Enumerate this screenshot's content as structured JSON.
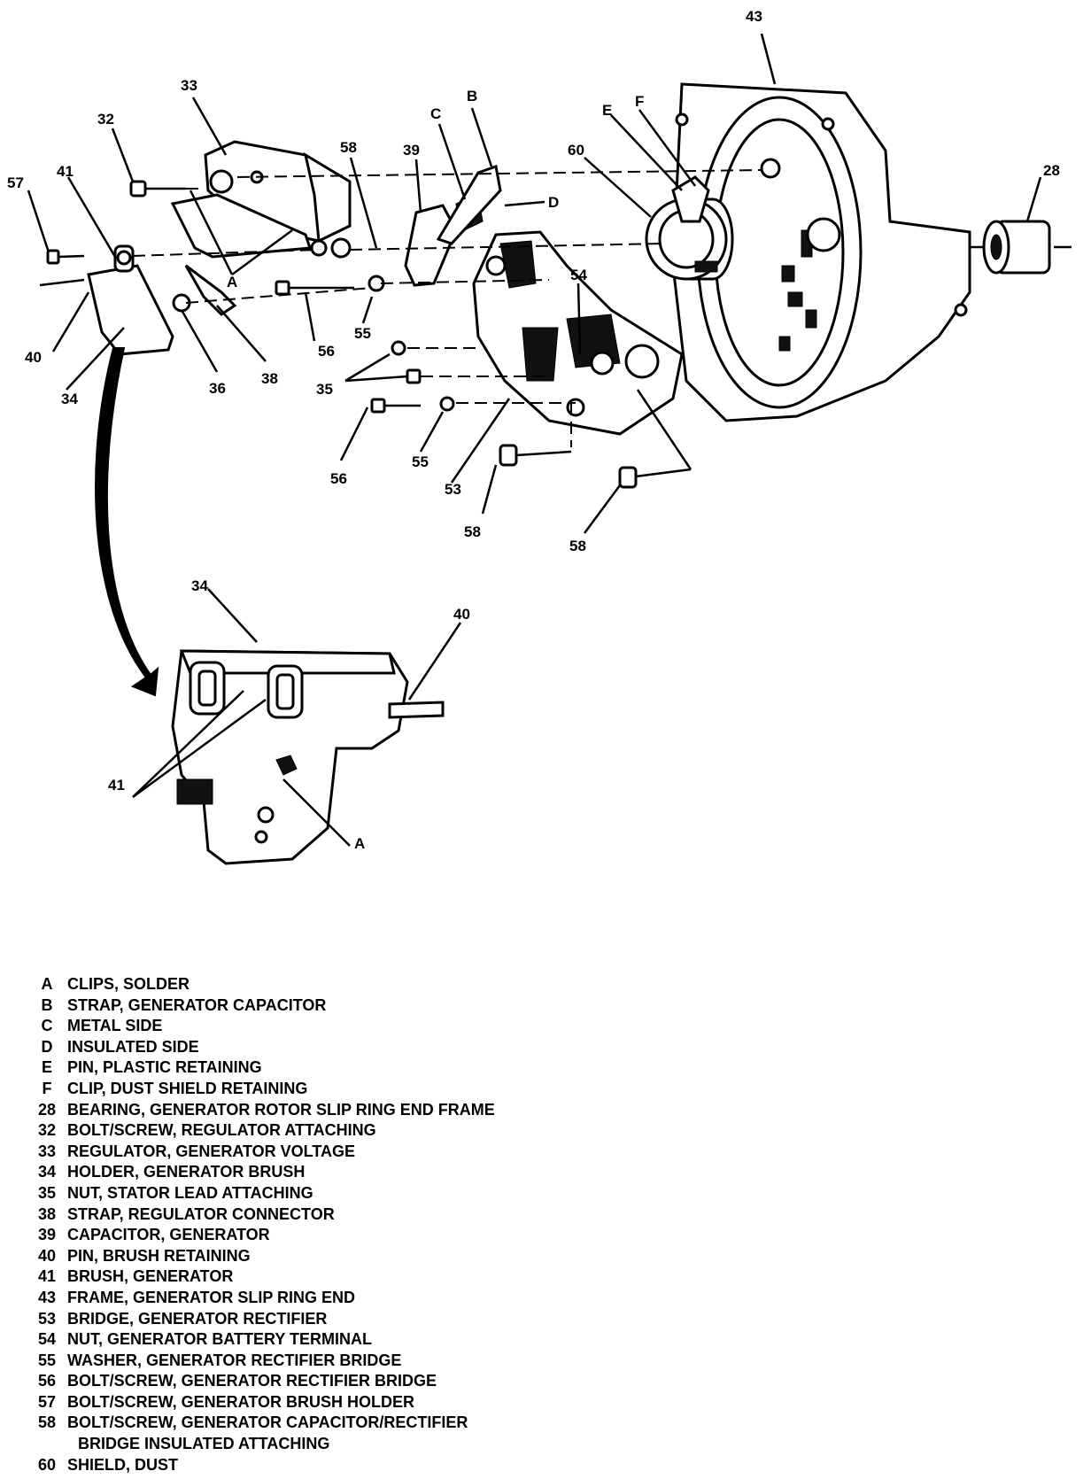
{
  "callouts": {
    "c43": "43",
    "c28": "28",
    "c33": "33",
    "c32": "32",
    "c57": "57",
    "c41": "41",
    "c58a": "58",
    "c39": "39",
    "cC": "C",
    "cB": "B",
    "cD": "D",
    "cE": "E",
    "cF": "F",
    "c60": "60",
    "cA1": "A",
    "c40a": "40",
    "c34a": "34",
    "c36": "36",
    "c38": "38",
    "c56a": "56",
    "c55a": "55",
    "c35": "35",
    "c54": "54",
    "c56b": "56",
    "c55b": "55",
    "c53": "53",
    "c58b": "58",
    "c58c": "58",
    "c34b": "34",
    "c40b": "40",
    "c41b": "41",
    "cA2": "A"
  },
  "legend": [
    {
      "key": "A",
      "desc": "CLIPS, SOLDER"
    },
    {
      "key": "B",
      "desc": "STRAP, GENERATOR CAPACITOR"
    },
    {
      "key": "C",
      "desc": "METAL SIDE"
    },
    {
      "key": "D",
      "desc": "INSULATED SIDE"
    },
    {
      "key": "E",
      "desc": "PIN, PLASTIC RETAINING"
    },
    {
      "key": "F",
      "desc": "CLIP, DUST SHIELD RETAINING"
    },
    {
      "key": "28",
      "desc": "BEARING, GENERATOR ROTOR SLIP RING END FRAME"
    },
    {
      "key": "32",
      "desc": "BOLT/SCREW, REGULATOR ATTACHING"
    },
    {
      "key": "33",
      "desc": "REGULATOR, GENERATOR VOLTAGE"
    },
    {
      "key": "34",
      "desc": "HOLDER, GENERATOR BRUSH"
    },
    {
      "key": "35",
      "desc": "NUT, STATOR LEAD ATTACHING"
    },
    {
      "key": "38",
      "desc": "STRAP, REGULATOR CONNECTOR"
    },
    {
      "key": "39",
      "desc": "CAPACITOR, GENERATOR"
    },
    {
      "key": "40",
      "desc": "PIN, BRUSH RETAINING"
    },
    {
      "key": "41",
      "desc": "BRUSH, GENERATOR"
    },
    {
      "key": "43",
      "desc": "FRAME, GENERATOR SLIP RING END"
    },
    {
      "key": "53",
      "desc": "BRIDGE, GENERATOR RECTIFIER"
    },
    {
      "key": "54",
      "desc": "NUT, GENERATOR BATTERY TERMINAL"
    },
    {
      "key": "55",
      "desc": "WASHER, GENERATOR RECTIFIER BRIDGE"
    },
    {
      "key": "56",
      "desc": "BOLT/SCREW, GENERATOR RECTIFIER BRIDGE"
    },
    {
      "key": "57",
      "desc": "BOLT/SCREW, GENERATOR BRUSH HOLDER"
    },
    {
      "key": "58",
      "desc": "BOLT/SCREW, GENERATOR CAPACITOR/RECTIFIER"
    },
    {
      "key": "",
      "desc": "BRIDGE INSULATED ATTACHING"
    },
    {
      "key": "60",
      "desc": "SHIELD, DUST"
    }
  ]
}
